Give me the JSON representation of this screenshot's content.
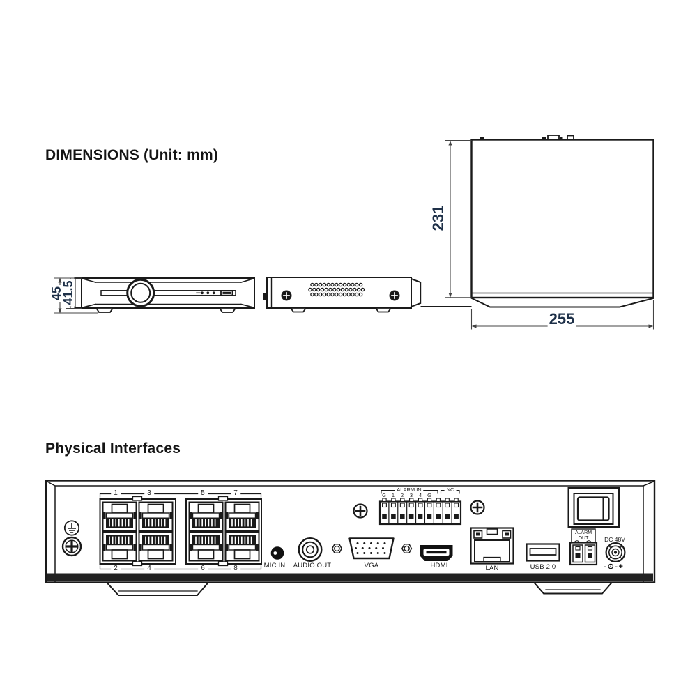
{
  "headings": {
    "dimensions": "DIMENSIONS  (Unit: mm)",
    "interfaces": "Physical Interfaces"
  },
  "dimension_labels": {
    "front_total_height": "45",
    "front_body_height": "41.5",
    "top_depth": "231",
    "top_width": "255"
  },
  "rear_panel": {
    "poe_top": [
      "1",
      "3",
      "5",
      "7"
    ],
    "poe_bottom": [
      "2",
      "4",
      "6",
      "8"
    ],
    "alarm_in_label": "ALARM IN",
    "nc_label": "NC",
    "alarm_in_pins": [
      "G",
      "1",
      "2",
      "3",
      "4",
      "G"
    ],
    "mic_label": "MIC IN",
    "audio_label": "AUDIO OUT",
    "vga_label": "VGA",
    "hdmi_label": "HDMI",
    "lan_label": "LAN",
    "usb_label": "USB 2.0",
    "alarm_out_label_line1": "ALARM",
    "alarm_out_label_line2": "OUT",
    "dc_label": "DC 48V",
    "dc_polarity": "-⊙-+"
  }
}
